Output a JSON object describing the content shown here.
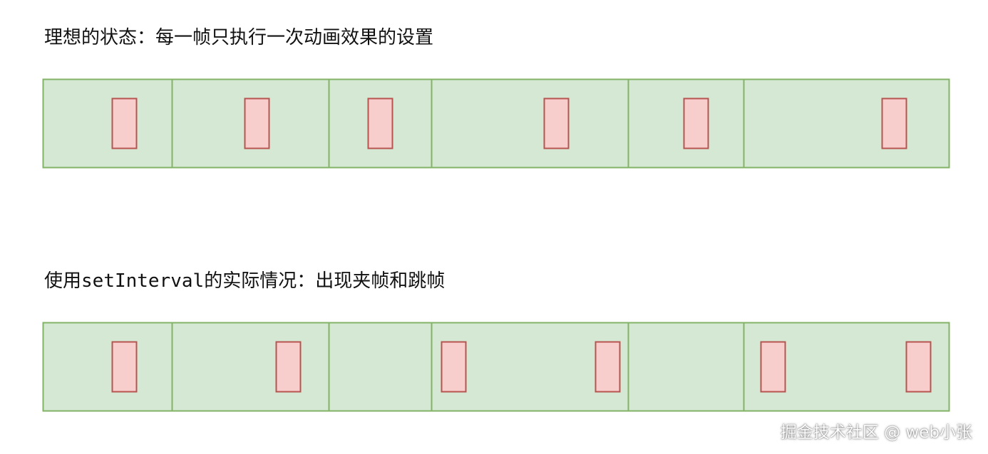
{
  "colors": {
    "cell_fill": "#d5e8d4",
    "cell_stroke": "#82b366",
    "box_fill": "#f8cecc",
    "box_stroke": "#b85450"
  },
  "row1": {
    "title": "理想的状态：每一帧只执行一次动画效果的设置"
  },
  "row2": {
    "title_prefix": "使用",
    "title_code": "setInterval",
    "title_suffix": "的实际情况：出现夹帧和跳帧"
  },
  "watermark": "掘金技术社区 @ web小张"
}
